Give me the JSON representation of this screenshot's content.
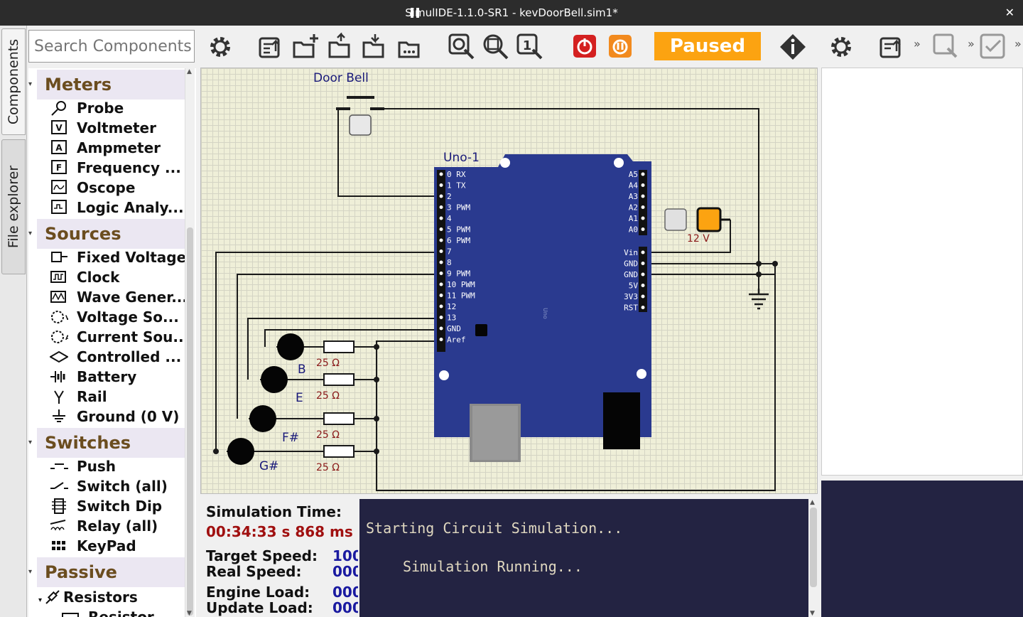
{
  "window": {
    "title": "SimulIDE-1.1.0-SR1 - kevDoorBell.sim1*",
    "close_glyph": "✕"
  },
  "left_tabs": {
    "components": "Components",
    "file_explorer": "File explorer"
  },
  "search": {
    "placeholder": "Search Components"
  },
  "categories": [
    {
      "name": "Meters",
      "items": [
        "Probe",
        "Voltmeter",
        "Ampmeter",
        "Frequency ...",
        "Oscope",
        "Logic Analy..."
      ]
    },
    {
      "name": "Sources",
      "items": [
        "Fixed Voltage",
        "Clock",
        "Wave Gener...",
        "Voltage So...",
        "Current Sou...",
        "Controlled ...",
        "Battery",
        "Rail",
        "Ground (0 V)"
      ]
    },
    {
      "name": "Switches",
      "items": [
        "Push",
        "Switch (all)",
        "Switch Dip",
        "Relay (all)",
        "KeyPad"
      ]
    },
    {
      "name": "Passive",
      "items": [
        "Resistors",
        "Resistor"
      ]
    }
  ],
  "toolbar": {
    "status": "Paused",
    "overflow": "»"
  },
  "circuit": {
    "doorbell_label": "Door Bell",
    "board_label": "Uno-1",
    "board_small_text": "Uno",
    "left_pins": [
      "0 RX",
      "1 TX",
      "2",
      "3 PWM",
      "4",
      "5 PWM",
      "6 PWM",
      "7",
      "8",
      "9 PWM",
      "10 PWM",
      "11 PWM",
      "12",
      "13",
      "GND",
      "Aref"
    ],
    "right_pins": [
      "A5",
      "A4",
      "A3",
      "A2",
      "A1",
      "A0",
      "Vin",
      "GND",
      "GND",
      "5V",
      "3V3",
      "RST"
    ],
    "supply_label": "12 V",
    "notes": [
      "B",
      "E",
      "F#",
      "G#"
    ],
    "resistor_label": "25 Ω"
  },
  "status": {
    "sim_time_label": "Simulation Time:",
    "sim_time_value": "00:34:33 s  868 ms",
    "target_speed_label": "Target Speed:",
    "target_speed_value": "100",
    "real_speed_label": "Real Speed:",
    "real_speed_value": "000",
    "engine_load_label": "Engine Load:",
    "engine_load_value": "000",
    "update_load_label": "Update Load:",
    "update_load_value": "000"
  },
  "console": {
    "line1": "Starting Circuit Simulation...",
    "line2": "Simulation Running..."
  },
  "colors": {
    "accent_paused": "#fca311",
    "board": "#2a3a8f",
    "canvas_bg": "#efefd8",
    "console_bg": "#232342"
  }
}
